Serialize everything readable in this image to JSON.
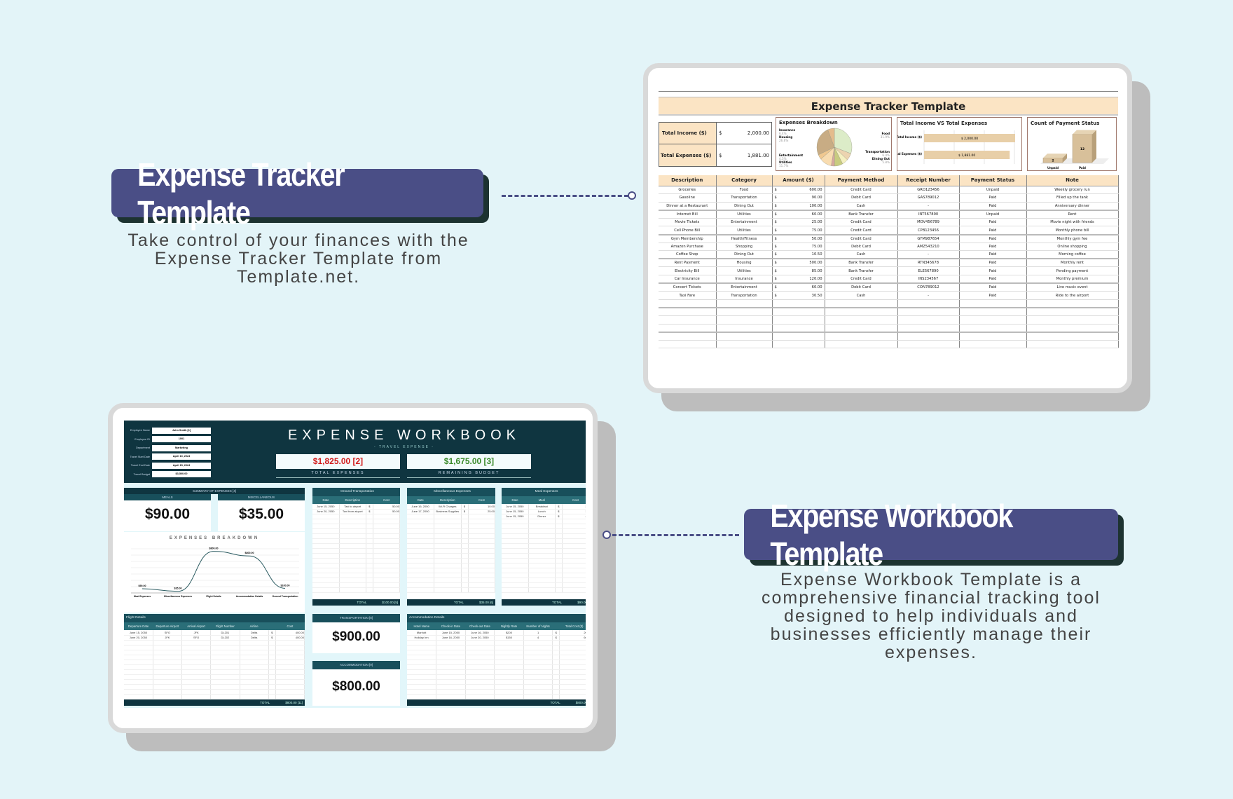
{
  "labels": {
    "tracker": {
      "title": "Expense Tracker Template",
      "description_lines": [
        "Take control of your finances with the",
        "Expense Tracker Template from",
        "Template.net."
      ]
    },
    "workbook": {
      "title": "Expense Workbook Template",
      "description_lines": [
        "Expense Workbook Template is a",
        "comprehensive financial tracking tool",
        "designed to help individuals and",
        "businesses efficiently manage their",
        "expenses."
      ]
    }
  },
  "tracker": {
    "title": "Expense Tracker Template",
    "summary": [
      {
        "label": "Total Income ($)",
        "currency": "$",
        "value": "2,000.00"
      },
      {
        "label": "Total Expenses ($)",
        "currency": "$",
        "value": "1,881.00"
      }
    ],
    "headers": [
      "Description",
      "Category",
      "Amount ($)",
      "Payment Method",
      "Receipt Number",
      "Payment Status",
      "Note"
    ],
    "rows": [
      [
        "Groceries",
        "Food",
        "$",
        "600.00",
        "Credit Card",
        "GRO123456",
        "Unpaid",
        "Weekly grocery run"
      ],
      [
        "Gasoline",
        "Transportation",
        "$",
        "90.00",
        "Debit Card",
        "GAS789012",
        "Paid",
        "Filled up the tank"
      ],
      [
        "Dinner at a Restaurant",
        "Dining Out",
        "$",
        "100.00",
        "Cash",
        "-",
        "Paid",
        "Anniversary dinner"
      ],
      [
        "Internet Bill",
        "Utilities",
        "$",
        "60.00",
        "Bank Transfer",
        "INT567890",
        "Unpaid",
        "Rent"
      ],
      [
        "Movie Tickets",
        "Entertainment",
        "$",
        "25.00",
        "Credit Card",
        "MOV456789",
        "Paid",
        "Movie night with friends"
      ],
      [
        "Cell Phone Bill",
        "Utilities",
        "$",
        "75.00",
        "Credit Card",
        "CPB123456",
        "Paid",
        "Monthly phone bill"
      ],
      [
        "Gym Membership",
        "Health/Fitness",
        "$",
        "50.00",
        "Credit Card",
        "GYM987654",
        "Paid",
        "Monthly gym fee"
      ],
      [
        "Amazon Purchase",
        "Shopping",
        "$",
        "75.00",
        "Debit Card",
        "AMZ543210",
        "Paid",
        "Online shopping"
      ],
      [
        "Coffee Shop",
        "Dining Out",
        "$",
        "10.50",
        "Cash",
        "-",
        "Paid",
        "Morning coffee"
      ],
      [
        "Rent Payment",
        "Housing",
        "$",
        "500.00",
        "Bank Transfer",
        "RTN345678",
        "Paid",
        "Monthly rent"
      ],
      [
        "Electricity Bill",
        "Utilities",
        "$",
        "85.00",
        "Bank Transfer",
        "ELE567890",
        "Paid",
        "Pending payment"
      ],
      [
        "Car Insurance",
        "Insurance",
        "$",
        "120.00",
        "Credit Card",
        "INS234567",
        "Paid",
        "Monthly premium"
      ],
      [
        "Concert Tickets",
        "Entertainment",
        "$",
        "60.00",
        "Debit Card",
        "CON789012",
        "Paid",
        "Live music event"
      ],
      [
        "Taxi Fare",
        "Transportation",
        "$",
        "30.50",
        "Cash",
        "-",
        "Paid",
        "Ride to the airport"
      ]
    ]
  },
  "chart_data": [
    {
      "type": "pie",
      "title": "Expenses Breakdown",
      "slices": [
        {
          "name": "Food",
          "value": 31.9,
          "label": "Food",
          "pct": "31.9%",
          "color": "#dcecc8"
        },
        {
          "name": "Transportation",
          "value": 6.4,
          "label": "Transportation",
          "pct": "6.4%",
          "color": "#ecd4b0"
        },
        {
          "name": "Dining Out",
          "value": 5.8,
          "label": "Dining Out",
          "pct": "5.8%",
          "color": "#f4f0c0"
        },
        {
          "name": "Health/Fitness",
          "value": 8.0,
          "color": "#c8cc80"
        },
        {
          "name": "Shopping",
          "value": 3.2,
          "color": "#d8a8a0"
        },
        {
          "name": "Utilities",
          "value": 11.7,
          "label": "Utilities",
          "pct": "11.7%",
          "color": "#f8dcb0"
        },
        {
          "name": "Entertainment",
          "value": 4.5,
          "label": "Entertainment",
          "pct": "4.5%",
          "color": "#f0c890"
        },
        {
          "name": "Housing",
          "value": 26.6,
          "label": "Housing",
          "pct": "26.6%",
          "color": "#c8ac84"
        },
        {
          "name": "Insurance",
          "value": 6.4,
          "label": "Insurance",
          "pct": "6.4%",
          "color": "#e4bc8c"
        }
      ]
    },
    {
      "type": "bar",
      "title": "Total Income VS Total Expenses",
      "categories": [
        "Total Income ($)",
        "Total Expenses ($)"
      ],
      "values": [
        2000,
        1881
      ],
      "data_labels": [
        "$ 2,000.00",
        "$ 1,881.00"
      ],
      "xlim": [
        0,
        2000
      ],
      "color": "#e8cfa8"
    },
    {
      "type": "bar",
      "title": "Count of Payment Status",
      "categories": [
        "Unpaid",
        "Paid"
      ],
      "values": [
        2,
        12
      ],
      "data_labels": [
        "2",
        "12"
      ],
      "ylim": [
        0,
        14
      ],
      "color": "#d8c09a"
    },
    {
      "type": "line",
      "title": "EXPENSES BREAKDOWN",
      "categories": [
        "Meal Expenses",
        "Miscellaneous Expenses",
        "Flight Details",
        "Accommodation Details",
        "Ground Transportation"
      ],
      "values": [
        90,
        35,
        900,
        800,
        100
      ],
      "data_labels": [
        "$90.00",
        "$35.00",
        "$800.00",
        "$800.00",
        "$100.00"
      ],
      "ylim": [
        0,
        1000
      ],
      "color": "#2a5a60"
    }
  ],
  "workbook": {
    "fields": [
      {
        "label": "Employee Name",
        "value": "John Smith [1]"
      },
      {
        "label": "Employee ID",
        "value": "1001"
      },
      {
        "label": "Department",
        "value": "Marketing"
      },
      {
        "label": "Travel Start Date",
        "value": "April 10, 2024"
      },
      {
        "label": "Travel End Date",
        "value": "April 15, 2024"
      },
      {
        "label": "Travel Budget",
        "value": "$3,500.00"
      }
    ],
    "title": "EXPENSE WORKBOOK",
    "subtitle": "- TRAVEL EXPENSE -",
    "total_expenses": {
      "value": "$1,825.00 [2]",
      "label": "TOTAL EXPENSES",
      "color": "#d11a1a"
    },
    "remaining_budget": {
      "value": "$1,675.00 [3]",
      "label": "REMAINING BUDGET",
      "color": "#3a8a2a"
    },
    "summary": {
      "title": "SUMMARY OF EXPENSES [4]",
      "meals_label": "MEALS",
      "meals": "$90.00",
      "misc_label": "MISCELLANEOUS",
      "misc": "$35.00"
    },
    "ground": {
      "title": "Ground Transportation",
      "headers": [
        "Date",
        "Description",
        "",
        "Cost"
      ],
      "rows": [
        [
          "June 15, 2050",
          "Taxi to airport",
          "$",
          "50.00"
        ],
        [
          "June 20, 2050",
          "Taxi from airport",
          "$",
          "50.00"
        ]
      ],
      "total_label": "TOTAL",
      "total": "$100.00 [5]"
    },
    "misc": {
      "title": "Miscellaneous Expenses",
      "headers": [
        "Date",
        "Description",
        "",
        "Cost"
      ],
      "rows": [
        [
          "June 16, 2050",
          "Wi-Fi Charges",
          "$",
          "10.00"
        ],
        [
          "June 17, 2050",
          "Business Supplies",
          "$",
          "25.00"
        ]
      ],
      "total_label": "TOTAL",
      "total": "$35.00 [6]"
    },
    "meal": {
      "title": "Meal Expenses",
      "headers": [
        "Date",
        "Meal",
        "",
        "Cost"
      ],
      "rows": [
        [
          "June 15, 2050",
          "Breakfast",
          "$",
          "20"
        ],
        [
          "June 15, 2050",
          "Lunch",
          "$",
          "30"
        ],
        [
          "June 15, 2050",
          "Dinner",
          "$",
          "40"
        ]
      ],
      "total_label": "TOTAL",
      "total": "$90.00"
    },
    "flight": {
      "title": "Flight Details",
      "headers": [
        "Departure Date",
        "Departure Airport",
        "Arrival Airport",
        "Flight Number",
        "Airline",
        "",
        "Cost"
      ],
      "rows": [
        [
          "June 15, 2050",
          "SFO",
          "JFK",
          "DL201",
          "Delta",
          "$",
          "400.00"
        ],
        [
          "June 20, 2050",
          "JFK",
          "SFO",
          "DL202",
          "Delta",
          "$",
          "400.00"
        ]
      ],
      "total_label": "TOTAL",
      "total": "$800.00 [11]"
    },
    "transportation": {
      "label": "TRANSPORTATION [8]",
      "value": "$900.00"
    },
    "accommodation": {
      "label": "ACCOMMODATION [9]",
      "value": "$800.00"
    },
    "accom_details": {
      "title": "Accommodation Details",
      "headers": [
        "Hotel Name",
        "Check-in Date",
        "Check-out Date",
        "Nightly Rate",
        "Number of Nights",
        "",
        "Total Cost ($)"
      ],
      "rows": [
        [
          "Marriott",
          "June 15, 2050",
          "June 16, 2050",
          "$200",
          "1",
          "$",
          "200"
        ],
        [
          "Holiday Inn",
          "June 16, 2050",
          "June 20, 2050",
          "$150",
          "4",
          "$",
          "600"
        ]
      ],
      "total_label": "TOTAL",
      "total": "$800.00"
    }
  }
}
